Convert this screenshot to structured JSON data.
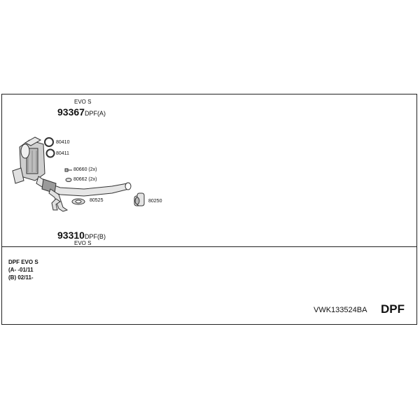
{
  "top_variant": {
    "label": "EVO S",
    "part_number": "93367",
    "suffix": "DPF(A)"
  },
  "bottom_variant": {
    "label": "EVO S",
    "part_number": "93310",
    "suffix": "DPF(B)"
  },
  "parts": {
    "ring_1": "80410",
    "ring_2": "80411",
    "bolt": "80660 (2x)",
    "nut": "80662 (2x)",
    "gasket": "80525",
    "clamp": "80250"
  },
  "notes": {
    "title": "DPF EVO S",
    "line_a": "(A- -01/11",
    "line_b": "(B) 02/11-"
  },
  "footer": {
    "code": "VWK133524BA",
    "category": "DPF"
  }
}
